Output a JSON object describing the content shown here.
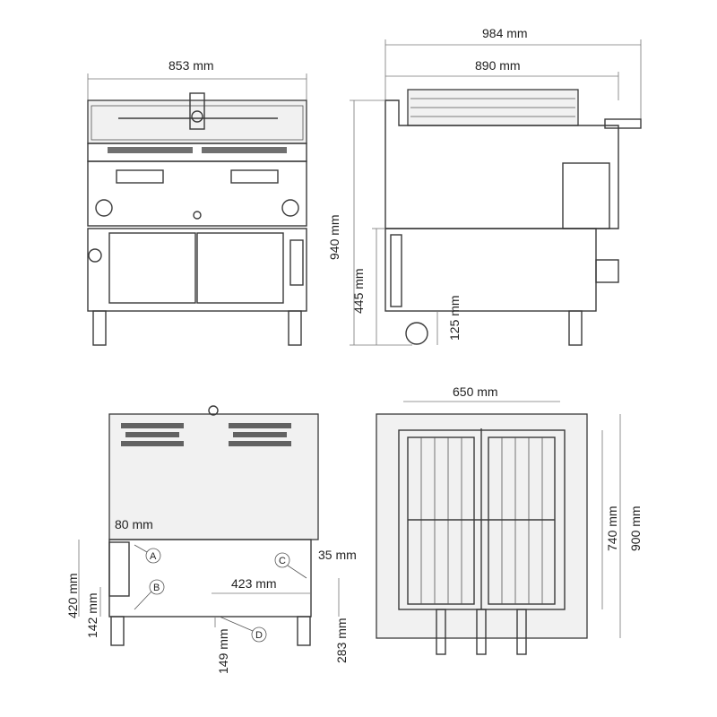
{
  "views": {
    "front": {
      "width": "853 mm"
    },
    "side": {
      "overall_depth": "984 mm",
      "body_depth": "890 mm",
      "height": "940 mm",
      "cabinet_height": "445 mm",
      "leg_height": "125 mm"
    },
    "back": {
      "offset_top": "80 mm",
      "offset_right": "35 mm",
      "span": "423 mm",
      "height_a": "420 mm",
      "height_b": "142 mm",
      "height_c": "283 mm",
      "height_d": "149 mm",
      "markers": [
        "A",
        "B",
        "C",
        "D"
      ]
    },
    "top": {
      "grill_width": "650 mm",
      "grill_depth": "740 mm",
      "overall_depth": "900 mm"
    }
  },
  "colors": {
    "line": "#3a3a3a",
    "dimension": "#777777"
  }
}
